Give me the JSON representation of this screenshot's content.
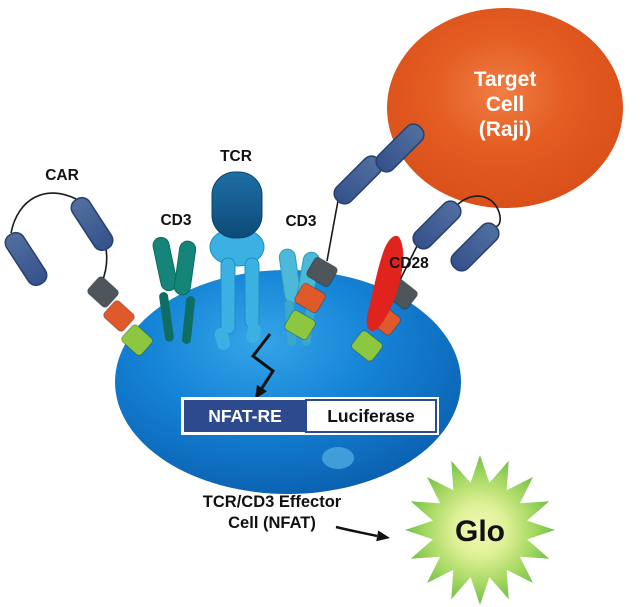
{
  "target_cell": {
    "label_lines": [
      "Target",
      "Cell",
      "(Raji)"
    ]
  },
  "receptors": {
    "car": "CAR",
    "tcr": "TCR",
    "cd3_left": "CD3",
    "cd3_right": "CD3",
    "cd28": "CD28"
  },
  "reporter": {
    "promoter": "NFAT-RE",
    "gene": "Luciferase"
  },
  "effector_cell": {
    "label_lines": [
      "TCR/CD3 Effector",
      "Cell (NFAT)"
    ]
  },
  "glo": {
    "label": "Glo"
  },
  "colors": {
    "target_cell_orange": "#e2581f",
    "effector_cell_blue": "#1179cf",
    "nfat_re_box_navy": "#2d4a8f",
    "car_scfv_blue": "#44619f",
    "transmembrane_gray": "#4e555b",
    "costim_orange": "#e0592b",
    "cd3zeta_green": "#8dc63f",
    "cd3_teal": "#148578",
    "cd3_cyan": "#4cb9d9",
    "tcr_dark_blue": "#0f527f",
    "cd28_red": "#e0231c",
    "glo_star_green": "#6cbe44"
  }
}
